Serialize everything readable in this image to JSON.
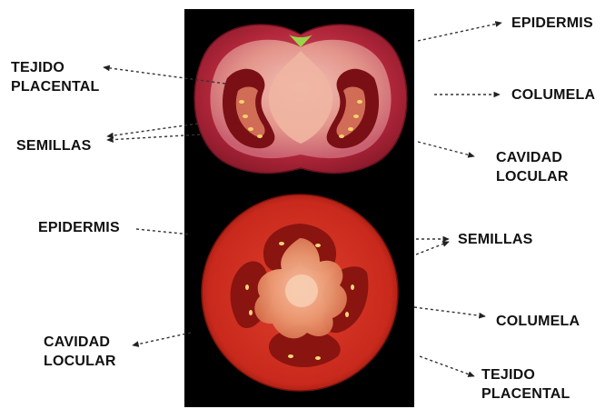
{
  "labels": {
    "top_epidermis": "EPIDERMIS",
    "top_tejido_placental": [
      "TEJIDO",
      "PLACENTAL"
    ],
    "top_columela": "COLUMELA",
    "top_semillas": "SEMILLAS",
    "top_cavidad_locular": [
      "CAVIDAD",
      "LOCULAR"
    ],
    "bottom_epidermis": "EPIDERMIS",
    "bottom_semillas": "SEMILLAS",
    "bottom_columela": "COLUMELA",
    "bottom_cavidad_locular": [
      "CAVIDAD",
      "LOCULAR"
    ],
    "bottom_tejido_placental": [
      "TEJIDO",
      "PLACENTAL"
    ]
  },
  "colors": {
    "photo_background": "#000000",
    "pericarp_top": "#b1263a",
    "pericarp_bottom": "#c8291c",
    "locule": "#7a1016",
    "placenta": "#e07c62",
    "columella": "#f0b6a2",
    "stem_scar": "#9bd44a",
    "label_text": "#111111"
  },
  "icons": [
    "dashed-arrow"
  ]
}
